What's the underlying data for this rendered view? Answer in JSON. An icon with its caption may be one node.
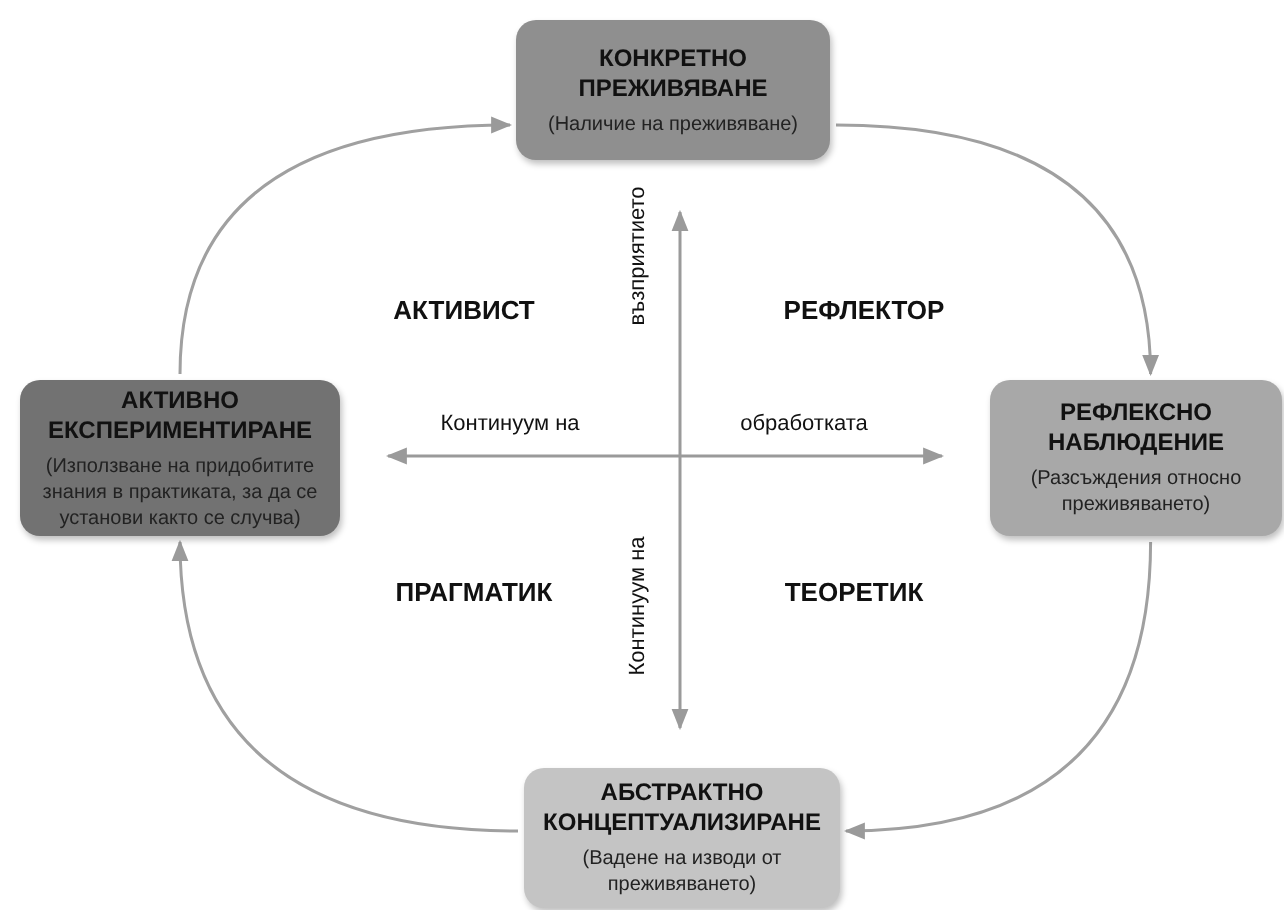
{
  "diagram": {
    "nodes": [
      {
        "text": [
          "КОНКРЕТНО ПРЕЖИВЯВАНЕ",
          "(Наличие на преживяване)"
        ]
      },
      {
        "text": [
          "РЕФЛЕКСНО НАБЛЮДЕНИЕ",
          "(Разсъждения относно преживяването)"
        ]
      },
      {
        "text": [
          "АБСТРАКТНО КОНЦЕПТУАЛИЗИРАНЕ",
          "(Вадене на изводи от преживяването)"
        ]
      },
      {
        "text": [
          "АКТИВНО ЕКСПЕРИМЕНТИРАНЕ",
          "(Използване на придобитите знания в практиката, за да се установи както се случва)"
        ]
      }
    ],
    "edges": [
      {
        "from": 0,
        "to": 1,
        "arrow": "to"
      },
      {
        "from": 1,
        "to": 2,
        "arrow": "to"
      },
      {
        "from": 2,
        "to": 3,
        "arrow": "to"
      },
      {
        "from": 3,
        "to": 0,
        "arrow": "to"
      }
    ],
    "labels": [
      "възприятието",
      "АКТИВИСТ",
      "РЕФЛЕКТОР",
      "Континуум на",
      "обработката",
      "ПРАГМАТИК",
      "ТЕОРЕТИК",
      "Континуум на"
    ]
  }
}
